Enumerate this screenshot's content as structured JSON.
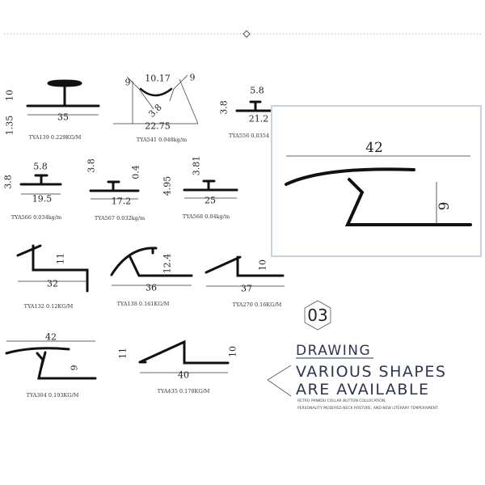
{
  "profiles": [
    {
      "code_weight": "TYA139  0.229KG/M",
      "dims": [
        "10",
        "1.35",
        "35"
      ]
    },
    {
      "code_weight": "TYA541  0.048kg/m",
      "dims": [
        "10.17",
        "9",
        "9",
        "3.8",
        "22.75"
      ]
    },
    {
      "code_weight": "TYA556  0.0354",
      "dims": [
        "5.8",
        "3.8",
        "21.2"
      ]
    },
    {
      "code_weight": "TYA566  0.034kg/m",
      "dims": [
        "5.8",
        "3.8",
        "19.5"
      ]
    },
    {
      "code_weight": "TYA567  0.032kg/m",
      "dims": [
        "3.8",
        "0.4",
        "17.2"
      ]
    },
    {
      "code_weight": "TYA568  0.04kg/m",
      "dims": [
        "3.81",
        "4.95",
        "25"
      ]
    },
    {
      "code_weight": "TYA132  0.12KG/M",
      "dims": [
        "11",
        "32"
      ]
    },
    {
      "code_weight": "TYA138  0.161KG/M",
      "dims": [
        "12.4",
        "36"
      ]
    },
    {
      "code_weight": "TYA270  0.16KG/M",
      "dims": [
        "10",
        "37"
      ]
    },
    {
      "code_weight": "TYA304  0.193KG/M",
      "dims": [
        "42",
        "9"
      ]
    },
    {
      "code_weight": "TYA435  0.178KG/M",
      "dims": [
        "11",
        "10",
        "40"
      ]
    }
  ],
  "zoom_detail": {
    "dims": [
      "42",
      "9"
    ]
  },
  "section": {
    "number": "03",
    "title": "DRAWING",
    "headline_1": "VARIOUS SHAPES",
    "headline_2": "ARE AVAILABLE",
    "desc_1": "RETRO PANKOU COLLAR BUTTON COLLOCATION,",
    "desc_2": "PERSONALITY MODIFIED NECK POSTURE, AND NEW LITERARY TEMPERAMENT.",
    "title_color": "#2e3550"
  }
}
